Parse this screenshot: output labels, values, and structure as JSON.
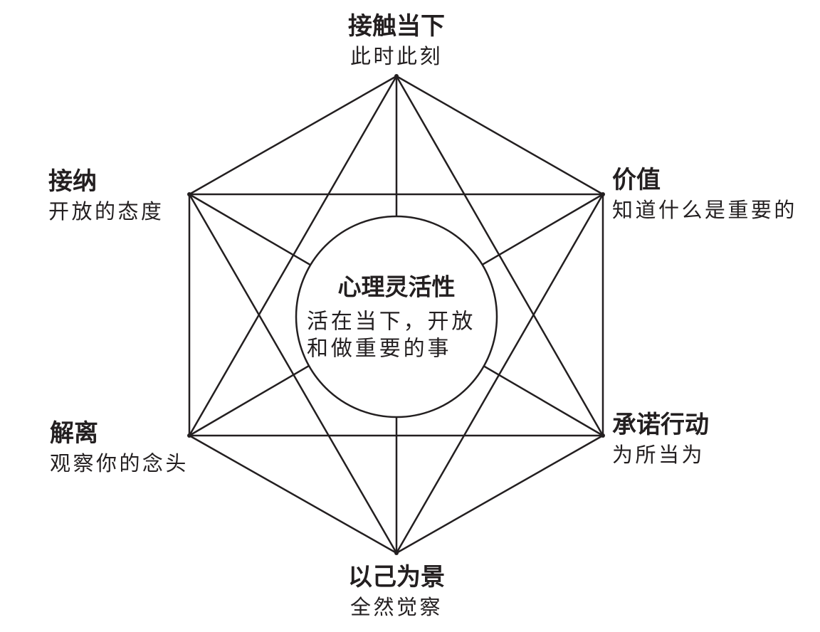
{
  "diagram": {
    "kind": "ACT hexaflex (Chinese)",
    "colors": {
      "background": "#ffffff",
      "line": "#231f20",
      "text": "#231f20"
    },
    "center": {
      "title": "心理灵活性",
      "subtitle_line1": "活在当下，开放",
      "subtitle_line2": "和做重要的事"
    },
    "nodes": [
      {
        "id": "contacting-the-present",
        "position": "top",
        "title": "接触当下",
        "subtitle": "此时此刻"
      },
      {
        "id": "values",
        "position": "upper-right",
        "title": "价值",
        "subtitle": "知道什么是重要的"
      },
      {
        "id": "committed-action",
        "position": "lower-right",
        "title": "承诺行动",
        "subtitle": "为所当为"
      },
      {
        "id": "self-as-context",
        "position": "bottom",
        "title": "以己为景",
        "subtitle": "全然觉察"
      },
      {
        "id": "defusion",
        "position": "lower-left",
        "title": "解离",
        "subtitle": "观察你的念头"
      },
      {
        "id": "acceptance",
        "position": "upper-left",
        "title": "接纳",
        "subtitle": "开放的态度"
      }
    ]
  }
}
